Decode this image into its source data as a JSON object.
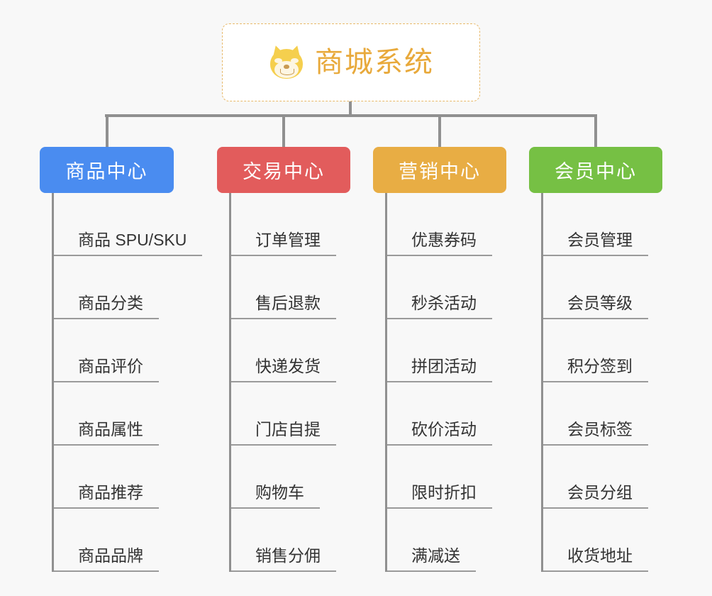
{
  "background_color": "#f8f8f8",
  "root": {
    "icon": "shiba-inu-dog-face-emoji",
    "title": "商城系统",
    "title_color": "#e8a93b",
    "border_color": "#e8b96a",
    "background": "#ffffff"
  },
  "connector_color": "#909090",
  "columns": [
    {
      "id": "product-center",
      "label": "商品中心",
      "color": "#4a8cf0",
      "items": [
        "商品 SPU/SKU",
        "商品分类",
        "商品评价",
        "商品属性",
        "商品推荐",
        "商品品牌"
      ]
    },
    {
      "id": "trade-center",
      "label": "交易中心",
      "color": "#e25c5c",
      "items": [
        "订单管理",
        "售后退款",
        "快递发货",
        "门店自提",
        "购物车",
        "销售分佣"
      ]
    },
    {
      "id": "marketing-center",
      "label": "营销中心",
      "color": "#e8ad44",
      "items": [
        "优惠券码",
        "秒杀活动",
        "拼团活动",
        "砍价活动",
        "限时折扣",
        "满减送"
      ]
    },
    {
      "id": "member-center",
      "label": "会员中心",
      "color": "#76c044",
      "items": [
        "会员管理",
        "会员等级",
        "积分签到",
        "会员标签",
        "会员分组",
        "收货地址"
      ]
    }
  ]
}
